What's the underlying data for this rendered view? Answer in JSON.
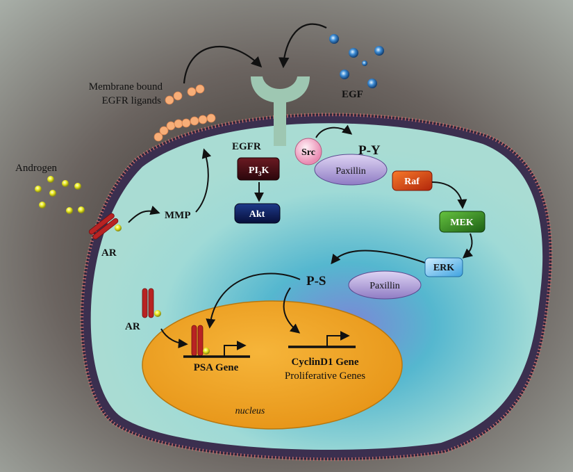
{
  "labels": {
    "membrane_line1": "Membrane bound",
    "membrane_line2": "EGFR ligands",
    "egf": "EGF",
    "egfr": "EGFR",
    "androgen": "Androgen",
    "ar_membrane": "AR",
    "ar_cytoplasm": "AR",
    "mmp": "MMP",
    "pi3k_main": "PI",
    "pi3k_sub": "3",
    "pi3k_k": "K",
    "akt": "Akt",
    "src": "Src",
    "py": "P-Y",
    "paxillin_top": "Paxillin",
    "raf": "Raf",
    "mek": "MEK",
    "erk": "ERK",
    "ps": "P-S",
    "paxillin_bottom": "Paxillin",
    "psa_gene": "PSA Gene",
    "cyclin_gene": "CyclinD1 Gene",
    "prolif_genes": "Proliferative Genes",
    "nucleus": "nucleus"
  },
  "colors": {
    "background": "#8a8580",
    "cytoplasm": "#9fdad6",
    "cytoplasm_center": "#6e8fd0",
    "membrane": "#3b2f4f",
    "membrane_dots": "#c46b6b",
    "nucleus": "#f2a21e",
    "receptor": "#9ec7b2",
    "ligand": "#f7ae78",
    "egf": "#1e74c4",
    "androgen": "#e6e61a",
    "ar": "#b82323",
    "pi3k": "#4a0f17",
    "akt": "#0e1a55",
    "src": "#f3b7cf",
    "paxillin": "#b6a6dc",
    "raf": "#e24316",
    "mek": "#2e8f21",
    "erk": "#3ea7e6",
    "arrow": "#111111"
  }
}
